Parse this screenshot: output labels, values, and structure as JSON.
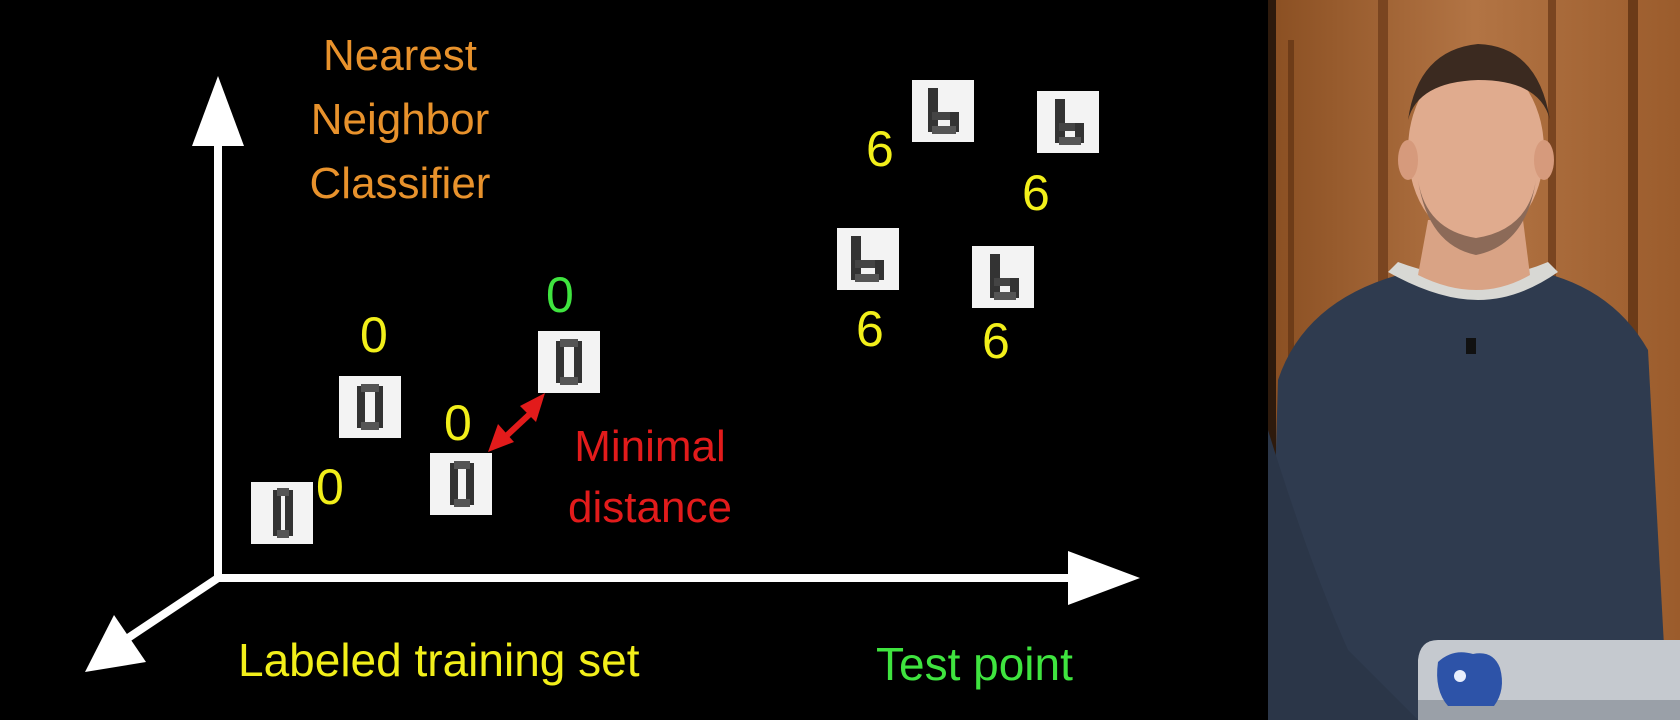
{
  "slide": {
    "title_lines": [
      "Nearest",
      "Neighbor",
      "Classifier"
    ],
    "minimal_distance_lines": [
      "Minimal",
      "distance"
    ],
    "caption_training": "Labeled training set",
    "caption_test": "Test point",
    "training_zero_label": "0",
    "test_zero_label": "0",
    "six_label": "6",
    "colors": {
      "title": "#e8922c",
      "training_label": "#f2ef1a",
      "test_label": "#3fe43f",
      "distance": "#e21b1b",
      "axes": "#ffffff"
    }
  },
  "speaker_panel": {
    "description_icon": "presenter-video-icon",
    "laptop_logo_icon": "bulldog-logo-icon"
  }
}
